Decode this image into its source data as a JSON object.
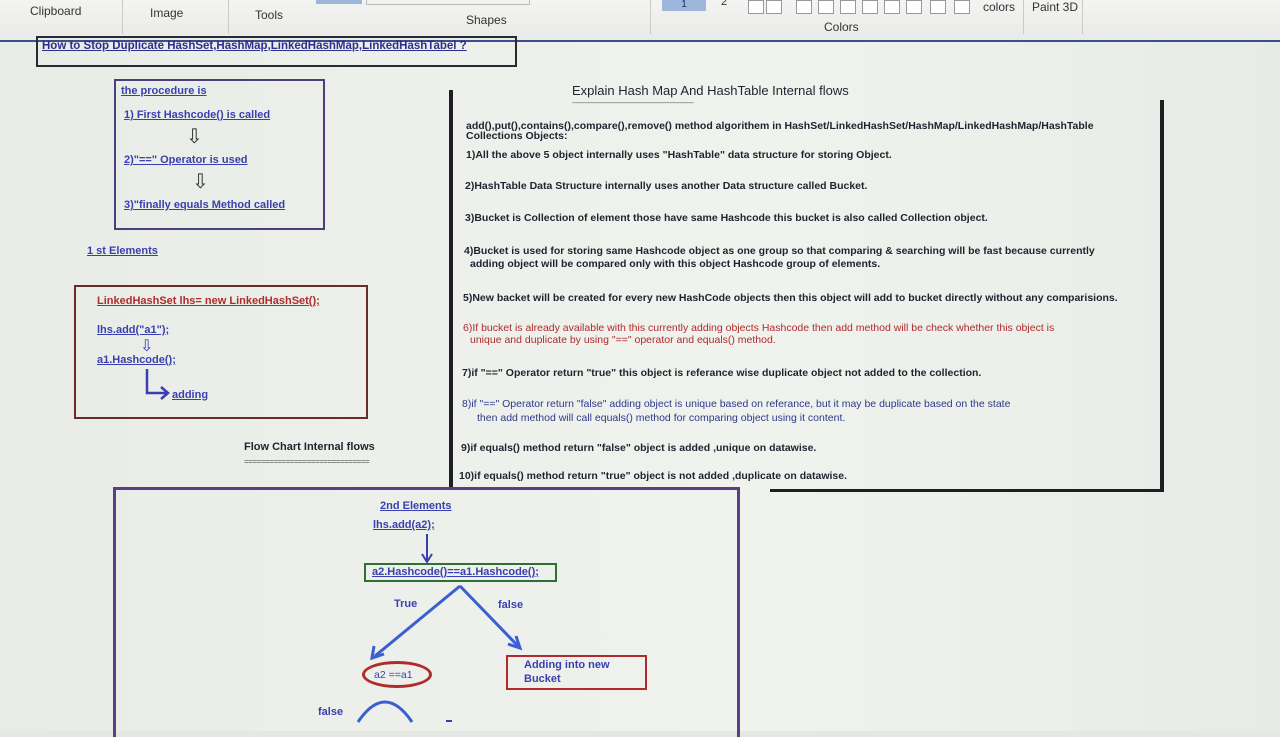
{
  "ribbon": {
    "clipboard": "Clipboard",
    "image": "Image",
    "tools": "Tools",
    "shapes": "Shapes",
    "page_1": "1",
    "page_2": "2",
    "colors": "Colors",
    "edit_colors": "colors",
    "paint3d": "Paint 3D"
  },
  "title": "How to Stop Duplicate HashSet,HashMap,LinkedHashMap,LinkedHashTabel ?",
  "procedure": {
    "heading": "the procedure is",
    "step1": "1) First Hashcode() is called",
    "step2": "2)\"==\" Operator is used",
    "step3": "3)\"finally equals Method called"
  },
  "first_elements": "1 st Elements",
  "lhs_box": {
    "line1": "LinkedHashSet lhs= new LinkedHashSet();",
    "line2": "lhs.add(\"a1\");",
    "line3": "a1.Hashcode();",
    "line4": "adding"
  },
  "flow_chart_title": "Flow Chart Internal flows",
  "flow_chart_underline": "==============================",
  "explain": {
    "heading": "Explain Hash Map And HashTable Internal flows",
    "dashes": "----------------------------------------------------------------------",
    "intro1": "add(),put(),contains(),compare(),remove() method algorithem in HashSet/LinkedHashSet/HashMap/LinkedHashMap/HashTable",
    "intro2": "Collections Objects:",
    "p1": "1)All the above 5 object internally uses \"HashTable\" data structure for storing Object.",
    "p2": "2)HashTable Data Structure internally uses another Data structure called Bucket.",
    "p3": "3)Bucket is Collection of element those have same Hashcode this bucket is also called Collection object.",
    "p4a": "4)Bucket is used for storing same Hashcode object as one group so that comparing & searching will be fast because currently",
    "p4b": "adding object will be  compared only with this object Hashcode group of elements.",
    "p5": "5)New backet will be created for every new HashCode objects then this object will add to bucket directly without any comparisions.",
    "p6a": "6)If bucket is already available with this currently adding objects Hashcode then add method will be check whether this object is",
    "p6b": "unique and duplicate by using \"==\" operator and equals() method.",
    "p7": "7)if \"==\" Operator return \"true\" this object is referance wise duplicate object not added to the collection.",
    "p8a": "8)if \"==\" Operator return \"false\" adding object is  unique based on referance, but it may be duplicate based on the state",
    "p8b": "then add method will call equals() method for comparing object using it content.",
    "p9": "9)if equals() method return \"false\" object is added ,unique on datawise.",
    "p10": "10)if equals() method return \"true\" object is not added ,duplicate on datawise."
  },
  "flow": {
    "second_elements": "2nd Elements",
    "add": "lhs.add(a2);",
    "compare": "a2.Hashcode()==a1.Hashcode();",
    "true_label": "True",
    "false_label": "false",
    "eq": "a2 ==a1",
    "new_bucket_1": "Adding into new",
    "new_bucket_2": "Bucket",
    "bottom_false": "false"
  }
}
